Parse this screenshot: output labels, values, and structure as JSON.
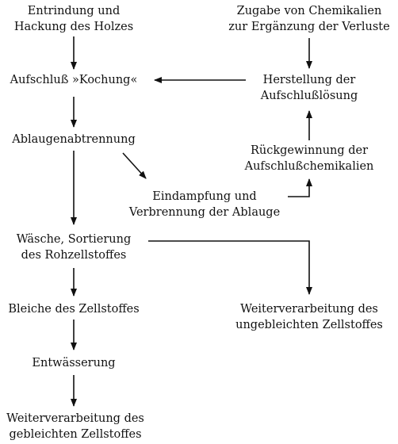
{
  "nodes": {
    "entrindung": [
      "Entrindung und",
      "Hackung des Holzes"
    ],
    "zugabe": [
      "Zugabe von Chemikalien",
      "zur Ergänzung der Verluste"
    ],
    "aufschluss": [
      "Aufschluß »Kochung«"
    ],
    "herstellung": [
      "Herstellung der",
      "Aufschlußlösung"
    ],
    "ablaugen": [
      "Ablaugenabtrennung"
    ],
    "rueck": [
      "Rückgewinnung der",
      "Aufschlußchemikalien"
    ],
    "eindampfung": [
      "Eindampfung und",
      "Verbrennung der Ablauge"
    ],
    "waesche": [
      "Wäsche, Sortierung",
      "des Rohzellstoffes"
    ],
    "bleiche": [
      "Bleiche des Zellstoffes"
    ],
    "weiter_unge": [
      "Weiterverarbeitung des",
      "ungebleichten Zellstoffes"
    ],
    "entwaesserung": [
      "Entwässerung"
    ],
    "weiter_geb": [
      "Weiterverarbeitung des",
      "gebleichten Zellstoffes"
    ]
  },
  "colors": {
    "text": "#111111",
    "line": "#111111",
    "background": "#ffffff"
  }
}
